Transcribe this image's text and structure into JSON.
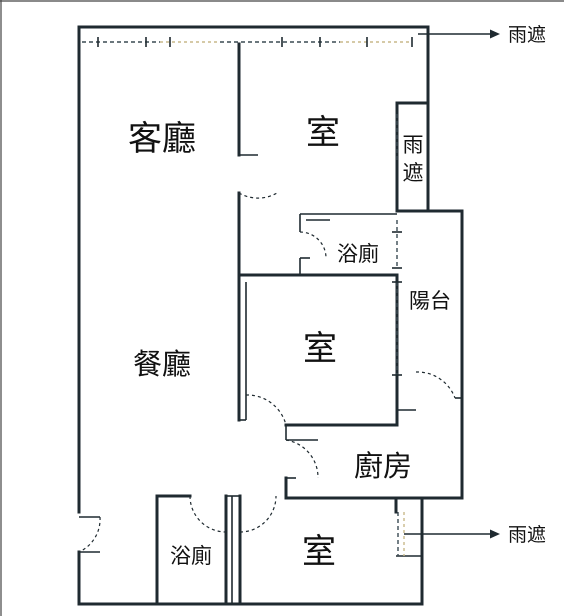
{
  "rooms": {
    "living": "客廳",
    "bedroom_top": "室",
    "rain_shelter_inner": [
      "雨",
      "遮"
    ],
    "bath_upper": "浴廁",
    "balcony": "陽台",
    "dining": "餐廳",
    "bedroom_mid": "室",
    "kitchen": "廚房",
    "bath_lower": "浴廁",
    "bedroom_bottom": "室"
  },
  "callouts": {
    "top": "雨遮",
    "bottom": "雨遮"
  },
  "colors": {
    "wall": "#1f2a30",
    "window": "#3a4a52",
    "window_glass": "#c9b98a",
    "background": "#ffffff"
  }
}
